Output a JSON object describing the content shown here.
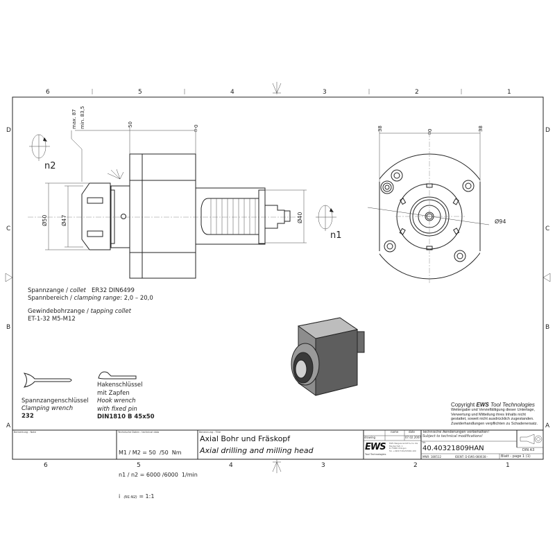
{
  "frame": {
    "columns": [
      "6",
      "5",
      "4",
      "3",
      "2",
      "1"
    ],
    "rows": [
      "D",
      "C",
      "B",
      "A"
    ]
  },
  "side_view": {
    "dim_max": "max. 87",
    "dim_min": "min. 83,5",
    "dim_50": "50",
    "dim_0": "0",
    "dia_50": "Ø50",
    "dia_47": "Ø47",
    "dia_40": "Ø40",
    "n1": "n1",
    "n2": "n2"
  },
  "front_view": {
    "dim_left": "38",
    "dim_0": "0",
    "dim_right": "38",
    "dia_94": "Ø94"
  },
  "notes": {
    "collet_line1_de": "Spannzange /",
    "collet_line1_en": "collet",
    "collet_line1_spec": "ER32   DIN6499",
    "range_de": "Spannbereich /",
    "range_en": "clamping range",
    "range_value": ": 2,0 – 20,0",
    "tapping_de": "Gewindebohrzange /",
    "tapping_en": "tapping collet",
    "tapping_spec": "ET-1-32   M5-M12"
  },
  "wrenches": [
    {
      "name_de": "Spannzangenschlüssel",
      "name_en": "Clamping wrench",
      "spec": "232"
    },
    {
      "name_de_1": "Hakenschlüssel",
      "name_de_2": "mit Zapfen",
      "name_en_1": "Hook wrench",
      "name_en_2": "with fixed pin",
      "spec": "DIN1810 B 45x50"
    }
  ],
  "copyright": {
    "title_prefix": "Copyright",
    "brand": "EWS",
    "title_suffix": "Tool Technologies",
    "lines": [
      "Weitergabe und Vervielfältigung dieser Unterlage,",
      "Verwertung und Mitteilung ihres Inhalts nicht",
      "gestattet, soweit nicht ausdrücklich zugestanden.",
      "Zuwiderhandlungen verpflichten zu Schadenersatz."
    ]
  },
  "title_block": {
    "note_label": "Bemerkung - Note",
    "tech_label": "Technische Daten - technical data",
    "tech_line1": "M1 / M2 = 50  /50  Nm",
    "tech_line2": "n1 / n2 = 6000 /6000  1/min",
    "tech_line3_a": "i",
    "tech_line3_b": "(N1:N2)",
    "tech_line3_c": "= 1:1",
    "title_label": "Benennung - Title",
    "title_de": "Axial Bohr und Fräskopf",
    "title_en": "Axial drilling and milling head",
    "col_name": "name",
    "col_date": "date",
    "row_drawing": "drawing",
    "date_value": "07.02.2007",
    "logo": "EWS",
    "logo_sub": "Tool Technologies",
    "address": [
      "EWS Weigele GmbH & Co. KG",
      "Maybachstr. 1",
      "D-73066 Uhingen",
      "Tel. +49(0)7161/93040-100"
    ],
    "changes_de": "Technische Aenderungen vorbehalten!",
    "changes_en": "Subject to technical modifications!",
    "nr_label": "Nr.",
    "part_number": "40.40321809HAN",
    "format": "DIN A3",
    "mnr": "MNR: 180512",
    "ident": "IDENT: D-EWS-080638 -",
    "page": "Blatt - page  1 (1)"
  }
}
